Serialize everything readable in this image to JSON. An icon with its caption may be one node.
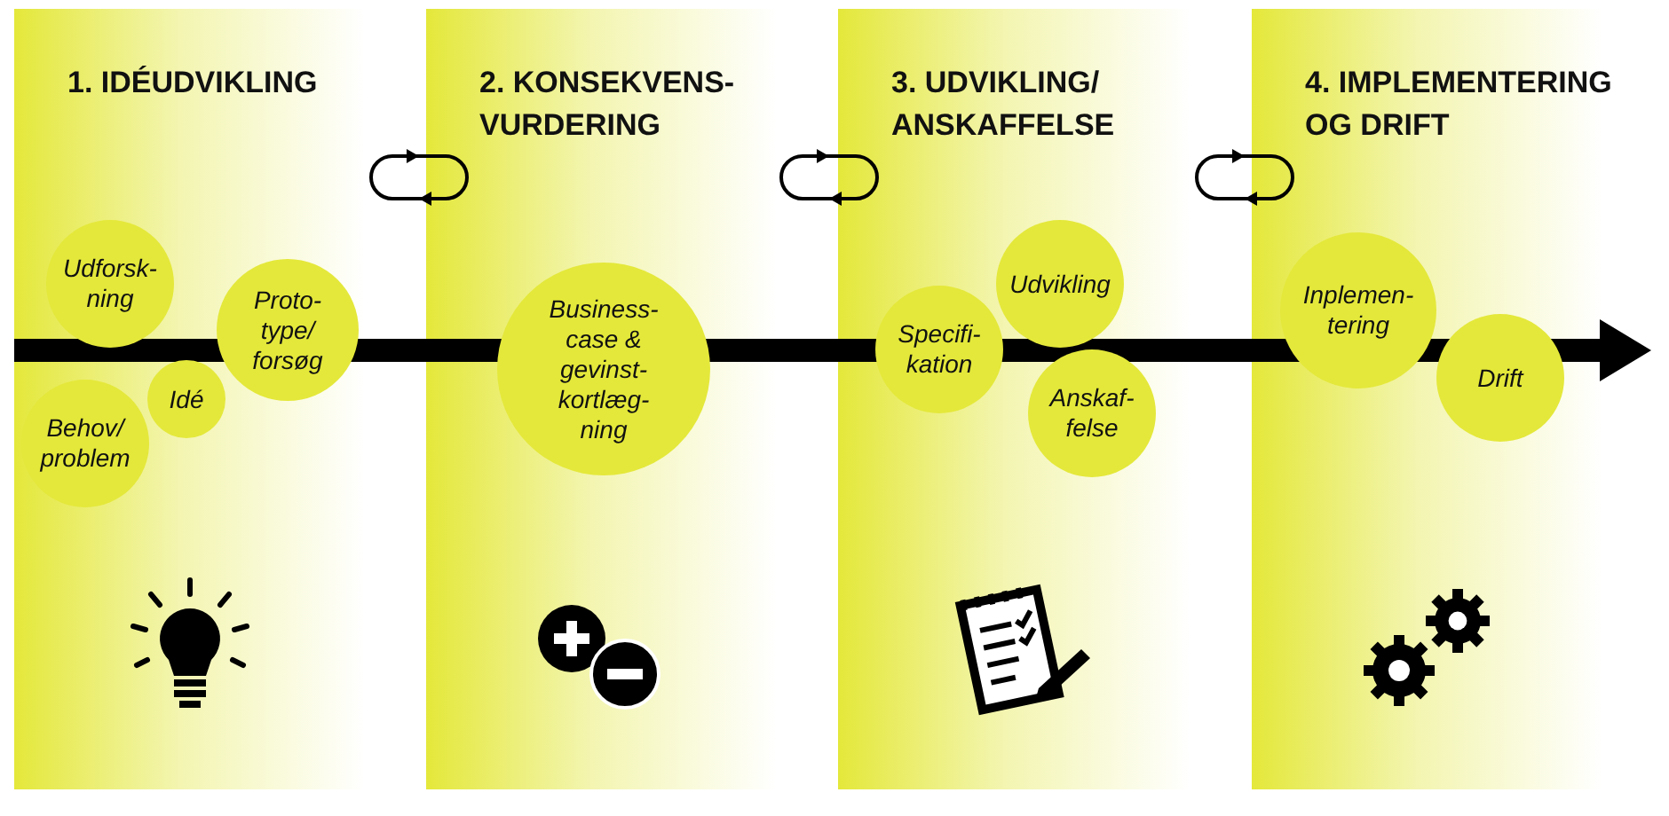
{
  "diagram": {
    "nodes": [
      {
        "text": [
          "1. IDÉUDVIKLING"
        ]
      },
      {
        "text": [
          "Udforsk- ning"
        ],
        "in": 0
      },
      {
        "text": [
          "Proto- type/ forsøg"
        ],
        "in": 0
      },
      {
        "text": [
          "Idé"
        ],
        "in": 0
      },
      {
        "text": [
          "Behov/ problem"
        ],
        "in": 0
      },
      {
        "text": [
          "2. KONSEKVENS- VURDERING"
        ]
      },
      {
        "text": [
          "Business- case & gevinst- kortlæg- ning"
        ],
        "in": 5
      },
      {
        "text": [
          "3. UDVIKLING/ ANSKAFFELSE"
        ]
      },
      {
        "text": [
          "Udvikling"
        ],
        "in": 7
      },
      {
        "text": [
          "Specifi- kation"
        ],
        "in": 7
      },
      {
        "text": [
          "Anskaf- felse"
        ],
        "in": 7
      },
      {
        "text": [
          "4. IMPLEMENTERING OG DRIFT"
        ]
      },
      {
        "text": [
          "Inplemen- tering"
        ],
        "in": 11
      },
      {
        "text": [
          "Drift"
        ],
        "in": 11
      }
    ],
    "edges": []
  }
}
